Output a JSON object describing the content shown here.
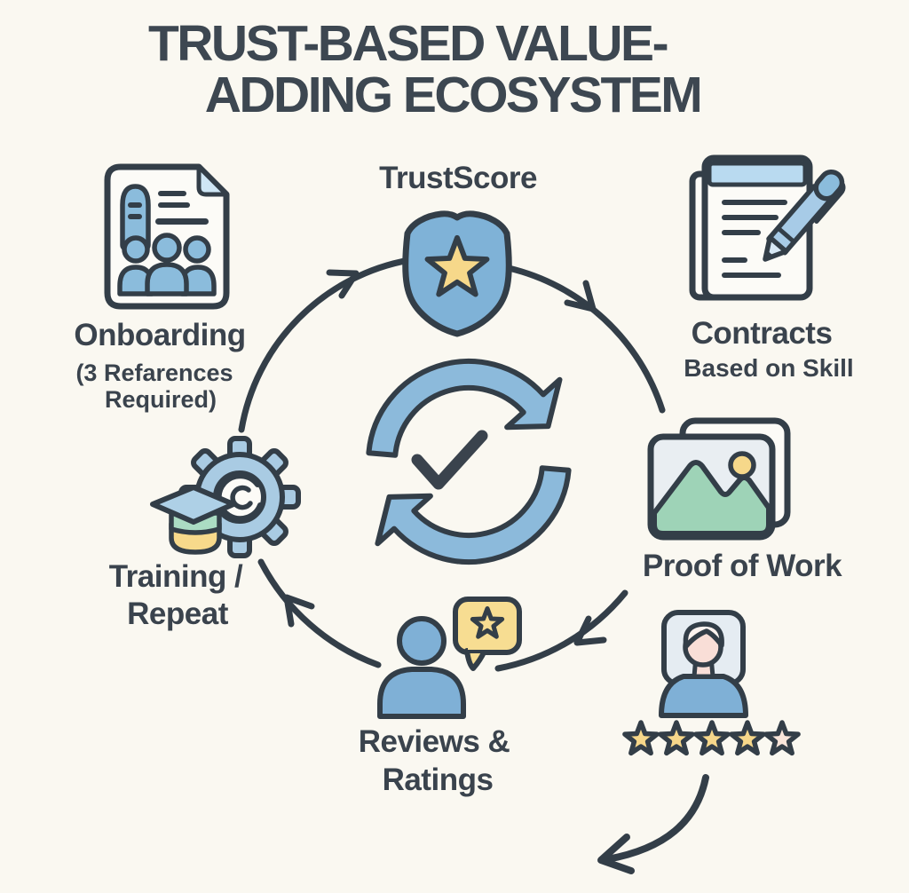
{
  "title": {
    "line1": "TRUST-BASED VALUE-",
    "line2": "ADDING ECOSYSTEM"
  },
  "nodes": {
    "trustscore": {
      "label": "TrustScore",
      "icon": "shield-star-icon"
    },
    "onboarding": {
      "label": "Onboarding",
      "note_line1": "(3 Refarences",
      "note_line2": "Required)",
      "icon": "roster-document-icon"
    },
    "contracts": {
      "label": "Contracts",
      "sublabel": "Based on Skill",
      "icon": "contract-pen-icon"
    },
    "proof_of_work": {
      "label": "Proof of Work",
      "icon": "photo-icon"
    },
    "rating": {
      "icon": "profile-card-icon",
      "stars_filled": 4,
      "stars_total": 5
    },
    "reviews": {
      "label_line1": "Reviews &",
      "label_line2": "Ratings",
      "icon": "person-review-bubble-icon"
    },
    "training": {
      "label_line1": "Training /",
      "label_line2": "Repeat",
      "icon": "gear-gradcap-icon"
    }
  },
  "center": {
    "icon": "sync-check-icon"
  },
  "flow": {
    "direction": "clockwise",
    "arc_arrow_count": 4,
    "exit_arrow": "curved-down-left"
  },
  "colors": {
    "background": "#faf8f1",
    "outline": "#333e48",
    "text": "#3a434d",
    "blue": "#8bbcdc",
    "blue_light": "#cfe6f5",
    "yellow": "#f6d88a",
    "green": "#9ed3b7",
    "pink": "#f9ded7",
    "panel": "#e9eef2",
    "star_filled": "#f6d78a",
    "star_empty": "#f9e5da"
  }
}
